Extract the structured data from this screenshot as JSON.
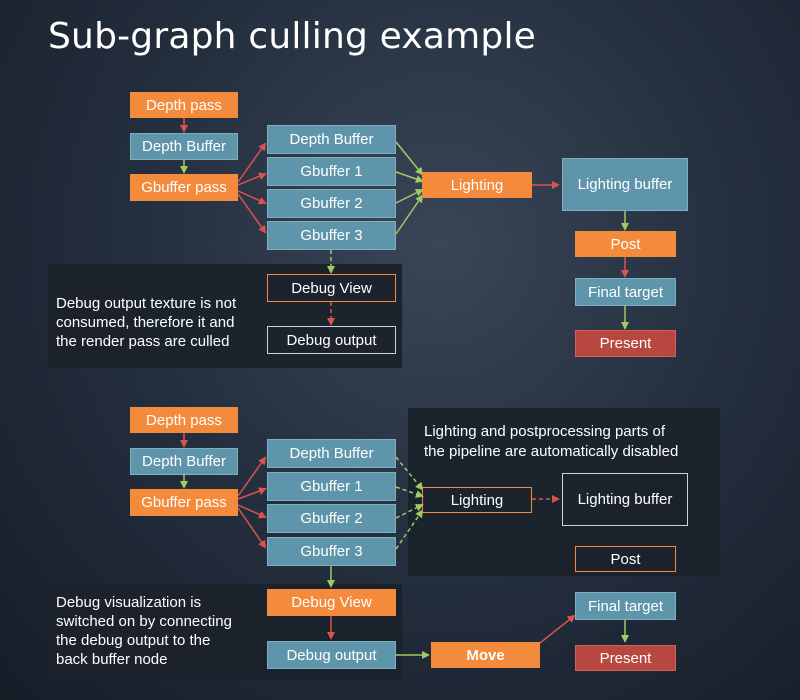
{
  "title": "Sub-graph culling example",
  "top": {
    "depth_pass": "Depth pass",
    "depth_buffer_left": "Depth Buffer",
    "gbuffer_pass": "Gbuffer pass",
    "depth_buffer": "Depth Buffer",
    "gbuffer1": "Gbuffer 1",
    "gbuffer2": "Gbuffer 2",
    "gbuffer3": "Gbuffer 3",
    "lighting": "Lighting",
    "lighting_buffer": "Lighting buffer",
    "post": "Post",
    "final_target": "Final target",
    "present": "Present",
    "debug_view": "Debug View",
    "debug_output": "Debug output",
    "note": [
      "Debug output texture is not",
      "consumed, therefore it and",
      "the render pass are culled"
    ]
  },
  "bottom": {
    "depth_pass": "Depth pass",
    "depth_buffer_left": "Depth Buffer",
    "gbuffer_pass": "Gbuffer pass",
    "depth_buffer": "Depth Buffer",
    "gbuffer1": "Gbuffer 1",
    "gbuffer2": "Gbuffer 2",
    "gbuffer3": "Gbuffer 3",
    "lighting": "Lighting",
    "lighting_buffer": "Lighting buffer",
    "post": "Post",
    "final_target": "Final target",
    "present": "Present",
    "debug_view": "Debug View",
    "debug_output": "Debug output",
    "move": "Move",
    "note_lighting": [
      "Lighting and postprocessing parts of",
      "the pipeline are automatically disabled"
    ],
    "note_debug": [
      "Debug visualization is",
      "switched on by connecting",
      "the debug output to the",
      "back buffer node"
    ]
  },
  "colors": {
    "orange": "#f48a3b",
    "blue": "#5f95aa",
    "red": "#b8473f",
    "arrow_red": "#d9534f",
    "arrow_green": "#9ccc65"
  }
}
